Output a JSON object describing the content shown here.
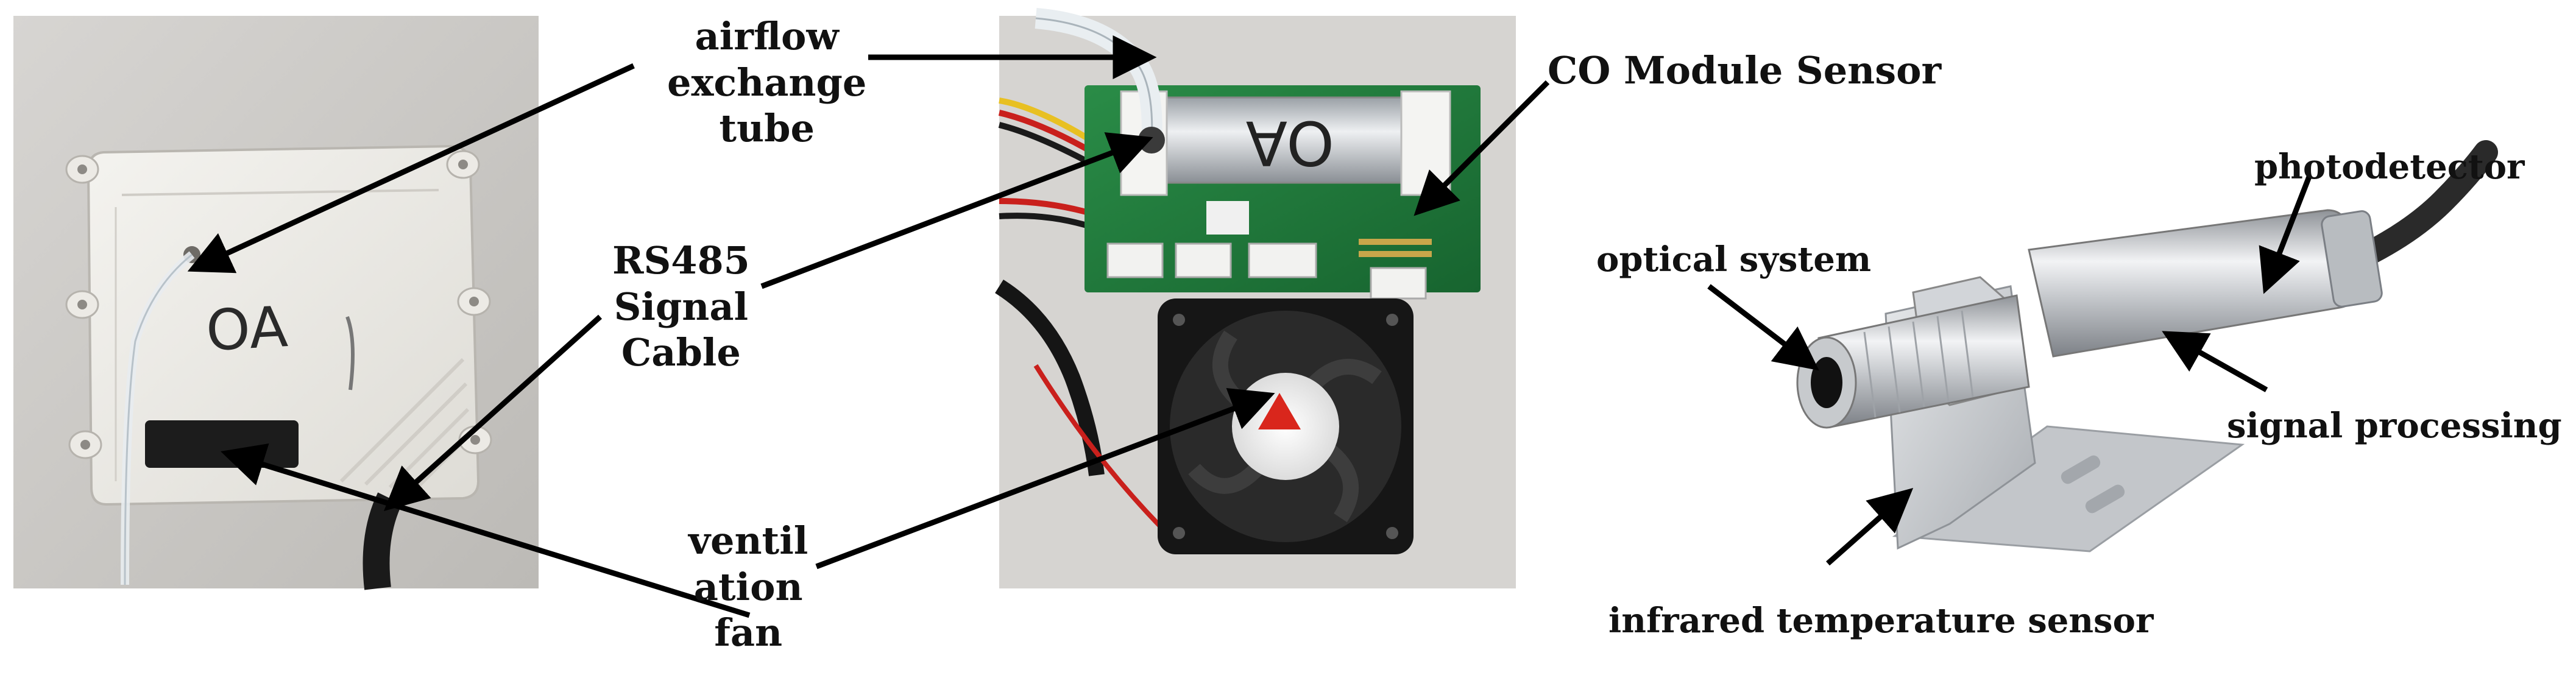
{
  "labels": {
    "airflow": [
      "airflow",
      "exchange",
      "tube"
    ],
    "rs485": [
      "RS485",
      "Signal",
      "Cable"
    ],
    "ventilation": [
      "ventil",
      "ation",
      "fan"
    ],
    "co_module": "CO Module Sensor",
    "optical_system": "optical system",
    "photodetector": "photodetector",
    "signal_processing": "signal processing",
    "infrared_sensor": "infrared temperature sensor"
  },
  "handwriting": {
    "box_marking": "OA",
    "module_marking": "OA"
  },
  "colors": {
    "background": "#ffffff",
    "photo_backdrop": "#cfcdcb",
    "pcb": "#1f7a3a",
    "arrow": "#000000",
    "sensor_metal": "#c9ccd0"
  }
}
